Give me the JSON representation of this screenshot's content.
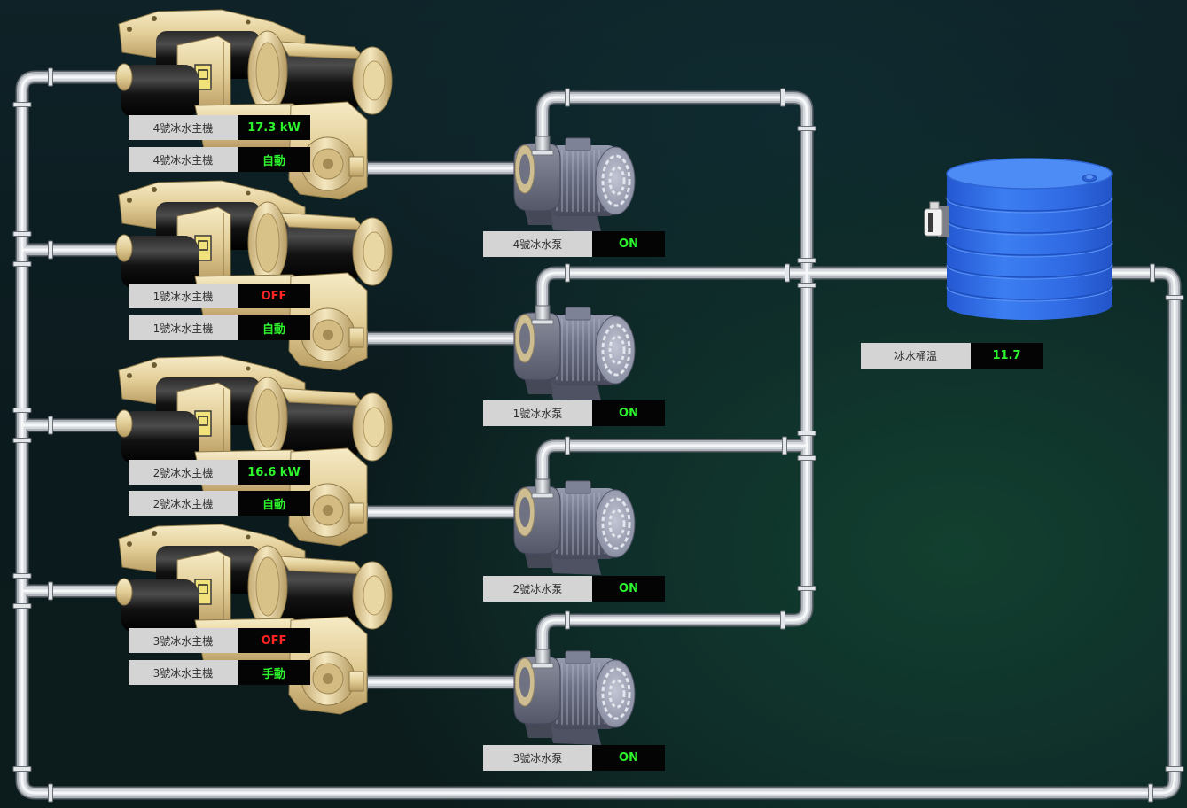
{
  "colors": {
    "value_on": "#2df52d",
    "value_off": "#ff2424",
    "label_bg": "#d4d4d4",
    "value_bg": "#040404",
    "chiller_beige": "#e4cf98",
    "pump_gray": "#6c7084",
    "tank_blue": "#2f6be2",
    "pipe_silver": "#c6cacf"
  },
  "icons": {
    "chiller": "chiller-icon",
    "pump": "pump-icon",
    "tank": "tank-icon",
    "level_gauge": "level-gauge-icon"
  },
  "chillers": [
    {
      "status": {
        "label": "4號冰水主機",
        "value": "17.3 kW",
        "color": "#2df52d"
      },
      "mode": {
        "label": "4號冰水主機",
        "value": "自動",
        "color": "#2df52d"
      }
    },
    {
      "status": {
        "label": "1號冰水主機",
        "value": "OFF",
        "color": "#ff2424"
      },
      "mode": {
        "label": "1號冰水主機",
        "value": "自動",
        "color": "#2df52d"
      }
    },
    {
      "status": {
        "label": "2號冰水主機",
        "value": "16.6 kW",
        "color": "#2df52d"
      },
      "mode": {
        "label": "2號冰水主機",
        "value": "自動",
        "color": "#2df52d"
      }
    },
    {
      "status": {
        "label": "3號冰水主機",
        "value": "OFF",
        "color": "#ff2424"
      },
      "mode": {
        "label": "3號冰水主機",
        "value": "手動",
        "color": "#2df52d"
      }
    }
  ],
  "pumps": [
    {
      "label": "4號冰水泵",
      "value": "ON",
      "color": "#2df52d"
    },
    {
      "label": "1號冰水泵",
      "value": "ON",
      "color": "#2df52d"
    },
    {
      "label": "2號冰水泵",
      "value": "ON",
      "color": "#2df52d"
    },
    {
      "label": "3號冰水泵",
      "value": "ON",
      "color": "#2df52d"
    }
  ],
  "tank": {
    "label": "冰水桶溫",
    "value": "11.7",
    "color": "#2df52d"
  }
}
